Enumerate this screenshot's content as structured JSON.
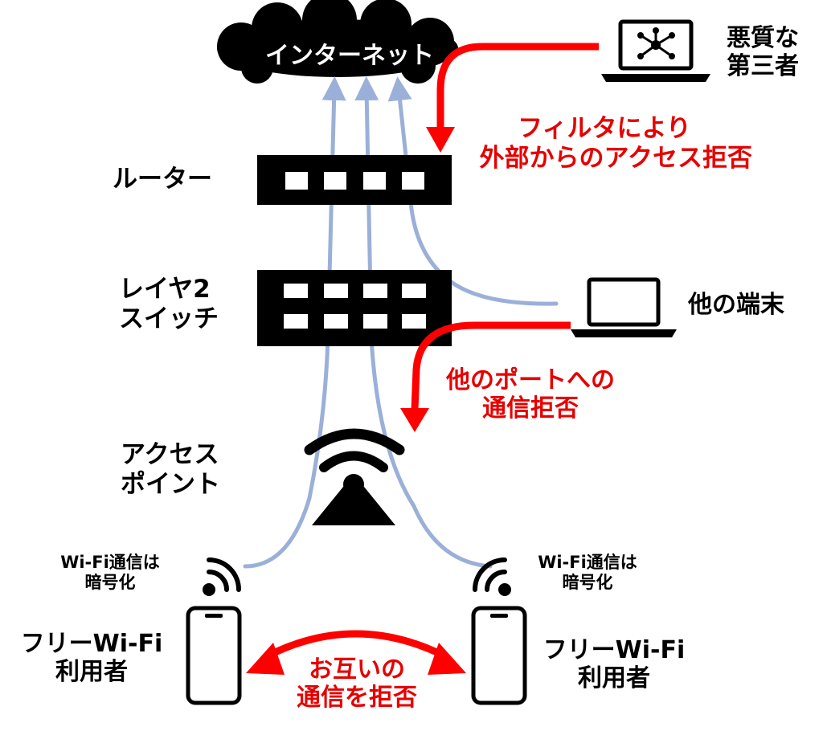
{
  "cloud": {
    "label": "インターネット"
  },
  "attacker": {
    "line1": "悪質な",
    "line2": "第三者",
    "icon": "network-laptop-icon"
  },
  "filter_note": {
    "line1": "フィルタにより",
    "line2": "外部からのアクセス拒否"
  },
  "router": {
    "label": "ルーター"
  },
  "switch": {
    "line1": "レイヤ2",
    "line2": "スイッチ"
  },
  "other_device": {
    "label": "他の端末",
    "icon": "laptop-icon"
  },
  "port_note": {
    "line1": "他のポートへの",
    "line2": "通信拒否"
  },
  "access_point": {
    "line1": "アクセス",
    "line2": "ポイント",
    "icon": "wifi-access-point-icon"
  },
  "left_user": {
    "enc1": "Wi-Fi通信は",
    "enc2": "暗号化",
    "line1": "フリーWi-Fi",
    "line2": "利用者"
  },
  "right_user": {
    "enc1": "Wi-Fi通信は",
    "enc2": "暗号化",
    "line1": "フリーWi-Fi",
    "line2": "利用者"
  },
  "mutual_note": {
    "line1": "お互いの",
    "line2": "通信を拒否"
  },
  "colors": {
    "blue_line": "#9bb0d8",
    "red_arrow": "#ff0000",
    "red_text": "#e60000",
    "device": "#000000"
  }
}
